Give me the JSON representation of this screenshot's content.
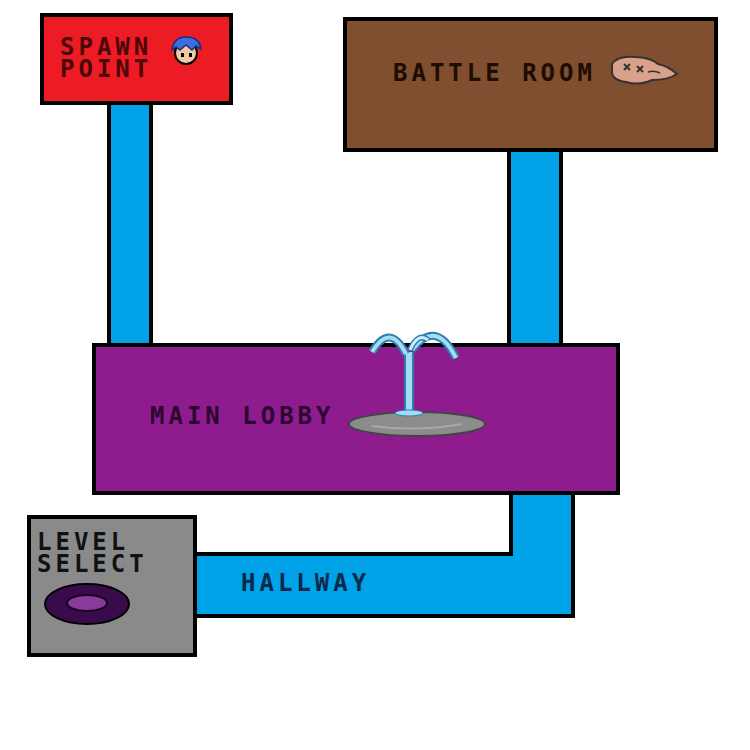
{
  "diagram": {
    "nodes": [
      {
        "text": [
          "SPAWN POINT"
        ]
      },
      {
        "text": [
          "BATTLE ROOM"
        ]
      },
      {
        "text": [
          "MAIN LOBBY"
        ]
      },
      {
        "text": [
          "LEVEL SELECT"
        ]
      }
    ],
    "edges": [
      {
        "from": 0,
        "to": 2,
        "arrow": "none"
      },
      {
        "from": 1,
        "to": 2,
        "arrow": "none"
      },
      {
        "from": 2,
        "to": 3,
        "label": "HALLWAY",
        "arrow": "none"
      }
    ]
  }
}
